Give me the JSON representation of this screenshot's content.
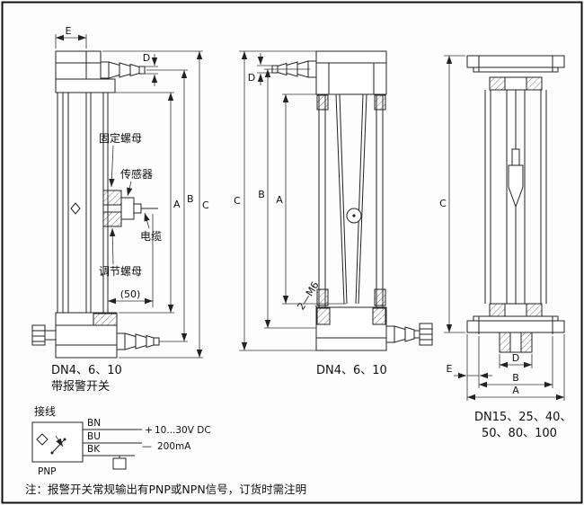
{
  "colors": {
    "line": "#222222",
    "background": "#ffffff"
  },
  "fig1": {
    "dim_e": "E",
    "dim_d": "D",
    "dim_a": "A",
    "dim_b": "B",
    "dim_c": "C",
    "dim_50": "(50)",
    "label_fixing_nut": "固定螺母",
    "label_sensor": "传感器",
    "label_cable": "电缆",
    "label_adjusting_nut": "调节螺母",
    "caption_line1": "DN4、6、10",
    "caption_line2": "带报警开关"
  },
  "fig2": {
    "dim_d": "D",
    "dim_a": "A",
    "dim_b": "B",
    "dim_c": "C",
    "label_bolts": "2—M6",
    "caption_line1": "DN4、6、10"
  },
  "fig3": {
    "dim_c": "C",
    "dim_e": "E",
    "dim_d": "D",
    "dim_b": "B",
    "dim_a": "A",
    "caption_line1": "DN15、25、40、",
    "caption_line2": "50、80、100"
  },
  "wiring": {
    "title": "接线",
    "wire_bn": "BN",
    "wire_bu": "BU",
    "wire_bk": "BK",
    "plus": "+",
    "minus": "—",
    "voltage": "10...30V DC",
    "current": "200mA",
    "sensor_type": "PNP"
  },
  "note": "注：报警开关常规输出有PNP或NPN信号，订货时需注明"
}
